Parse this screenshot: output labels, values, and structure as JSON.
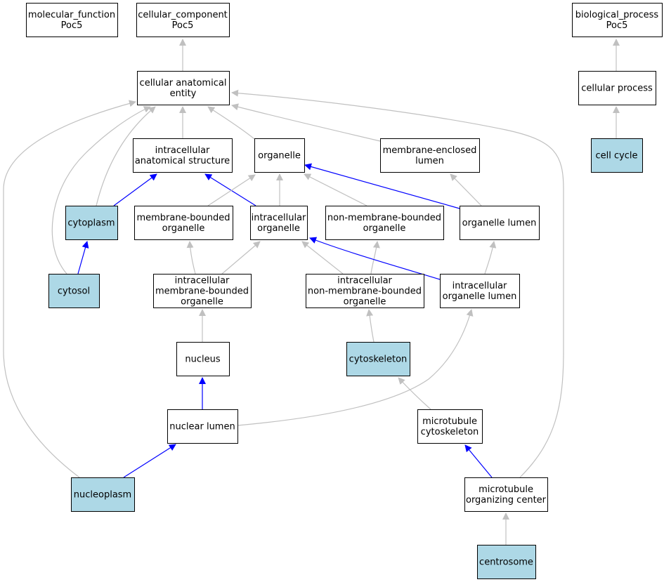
{
  "colors": {
    "background": "#ffffff",
    "node_default": "#ffffff",
    "node_annotated": "#add8e6",
    "node_border": "#000000",
    "edge_is_a": "#c0c0c0",
    "edge_part_of": "#0000ff"
  },
  "nodes": {
    "molecular_function": {
      "lines": [
        "molecular_function",
        "Poc5"
      ],
      "annotated": false
    },
    "cellular_component": {
      "lines": [
        "cellular_component",
        "Poc5"
      ],
      "annotated": false
    },
    "biological_process": {
      "lines": [
        "biological_process",
        "Poc5"
      ],
      "annotated": false
    },
    "cellular_anatomical_entity": {
      "lines": [
        "cellular anatomical",
        "entity"
      ],
      "annotated": false
    },
    "cellular_process": {
      "lines": [
        "cellular process"
      ],
      "annotated": false
    },
    "intracellular_anatomical_structure": {
      "lines": [
        "intracellular",
        "anatomical structure"
      ],
      "annotated": false
    },
    "organelle": {
      "lines": [
        "organelle"
      ],
      "annotated": false
    },
    "membrane_enclosed_lumen": {
      "lines": [
        "membrane-enclosed",
        "lumen"
      ],
      "annotated": false
    },
    "cell_cycle": {
      "lines": [
        "cell cycle"
      ],
      "annotated": true
    },
    "cytoplasm": {
      "lines": [
        "cytoplasm"
      ],
      "annotated": true
    },
    "membrane_bounded_organelle": {
      "lines": [
        "membrane-bounded",
        "organelle"
      ],
      "annotated": false
    },
    "intracellular_organelle": {
      "lines": [
        "intracellular",
        "organelle"
      ],
      "annotated": false
    },
    "non_membrane_bounded_organelle": {
      "lines": [
        "non-membrane-bounded",
        "organelle"
      ],
      "annotated": false
    },
    "organelle_lumen": {
      "lines": [
        "organelle lumen"
      ],
      "annotated": false
    },
    "cytosol": {
      "lines": [
        "cytosol"
      ],
      "annotated": true
    },
    "intracellular_membrane_bounded_organelle": {
      "lines": [
        "intracellular",
        "membrane-bounded",
        "organelle"
      ],
      "annotated": false
    },
    "intracellular_non_membrane_bounded_organelle": {
      "lines": [
        "intracellular",
        "non-membrane-bounded",
        "organelle"
      ],
      "annotated": false
    },
    "intracellular_organelle_lumen": {
      "lines": [
        "intracellular",
        "organelle lumen"
      ],
      "annotated": false
    },
    "nucleus": {
      "lines": [
        "nucleus"
      ],
      "annotated": false
    },
    "cytoskeleton": {
      "lines": [
        "cytoskeleton"
      ],
      "annotated": true
    },
    "nuclear_lumen": {
      "lines": [
        "nuclear lumen"
      ],
      "annotated": false
    },
    "microtubule_cytoskeleton": {
      "lines": [
        "microtubule",
        "cytoskeleton"
      ],
      "annotated": false
    },
    "nucleoplasm": {
      "lines": [
        "nucleoplasm"
      ],
      "annotated": true
    },
    "microtubule_organizing_center": {
      "lines": [
        "microtubule",
        "organizing center"
      ],
      "annotated": false
    },
    "centrosome": {
      "lines": [
        "centrosome"
      ],
      "annotated": true
    }
  },
  "edges": [
    {
      "from": "cellular_anatomical_entity",
      "to": "cellular_component",
      "type": "is_a"
    },
    {
      "from": "cellular_process",
      "to": "biological_process",
      "type": "is_a"
    },
    {
      "from": "cell_cycle",
      "to": "cellular_process",
      "type": "is_a"
    },
    {
      "from": "intracellular_anatomical_structure",
      "to": "cellular_anatomical_entity",
      "type": "is_a"
    },
    {
      "from": "organelle",
      "to": "cellular_anatomical_entity",
      "type": "is_a"
    },
    {
      "from": "membrane_enclosed_lumen",
      "to": "cellular_anatomical_entity",
      "type": "is_a"
    },
    {
      "from": "cytoplasm",
      "to": "cellular_anatomical_entity",
      "type": "is_a"
    },
    {
      "from": "cytosol",
      "to": "cellular_anatomical_entity",
      "type": "is_a"
    },
    {
      "from": "nucleoplasm",
      "to": "cellular_anatomical_entity",
      "type": "is_a"
    },
    {
      "from": "microtubule_organizing_center",
      "to": "cellular_anatomical_entity",
      "type": "is_a"
    },
    {
      "from": "cytoplasm",
      "to": "intracellular_anatomical_structure",
      "type": "part_of"
    },
    {
      "from": "cytosol",
      "to": "cytoplasm",
      "type": "part_of"
    },
    {
      "from": "intracellular_organelle",
      "to": "intracellular_anatomical_structure",
      "type": "part_of"
    },
    {
      "from": "membrane_bounded_organelle",
      "to": "organelle",
      "type": "is_a"
    },
    {
      "from": "intracellular_organelle",
      "to": "organelle",
      "type": "is_a"
    },
    {
      "from": "non_membrane_bounded_organelle",
      "to": "organelle",
      "type": "is_a"
    },
    {
      "from": "organelle_lumen",
      "to": "organelle",
      "type": "part_of"
    },
    {
      "from": "organelle_lumen",
      "to": "membrane_enclosed_lumen",
      "type": "is_a"
    },
    {
      "from": "intracellular_membrane_bounded_organelle",
      "to": "membrane_bounded_organelle",
      "type": "is_a"
    },
    {
      "from": "intracellular_membrane_bounded_organelle",
      "to": "intracellular_organelle",
      "type": "is_a"
    },
    {
      "from": "intracellular_non_membrane_bounded_organelle",
      "to": "intracellular_organelle",
      "type": "is_a"
    },
    {
      "from": "intracellular_non_membrane_bounded_organelle",
      "to": "non_membrane_bounded_organelle",
      "type": "is_a"
    },
    {
      "from": "intracellular_organelle_lumen",
      "to": "intracellular_organelle",
      "type": "part_of"
    },
    {
      "from": "intracellular_organelle_lumen",
      "to": "organelle_lumen",
      "type": "is_a"
    },
    {
      "from": "nucleus",
      "to": "intracellular_membrane_bounded_organelle",
      "type": "is_a"
    },
    {
      "from": "cytoskeleton",
      "to": "intracellular_non_membrane_bounded_organelle",
      "type": "is_a"
    },
    {
      "from": "nuclear_lumen",
      "to": "nucleus",
      "type": "part_of"
    },
    {
      "from": "nuclear_lumen",
      "to": "intracellular_organelle_lumen",
      "type": "is_a"
    },
    {
      "from": "microtubule_cytoskeleton",
      "to": "cytoskeleton",
      "type": "is_a"
    },
    {
      "from": "nucleoplasm",
      "to": "nuclear_lumen",
      "type": "part_of"
    },
    {
      "from": "microtubule_organizing_center",
      "to": "microtubule_cytoskeleton",
      "type": "part_of"
    },
    {
      "from": "centrosome",
      "to": "microtubule_organizing_center",
      "type": "is_a"
    }
  ]
}
